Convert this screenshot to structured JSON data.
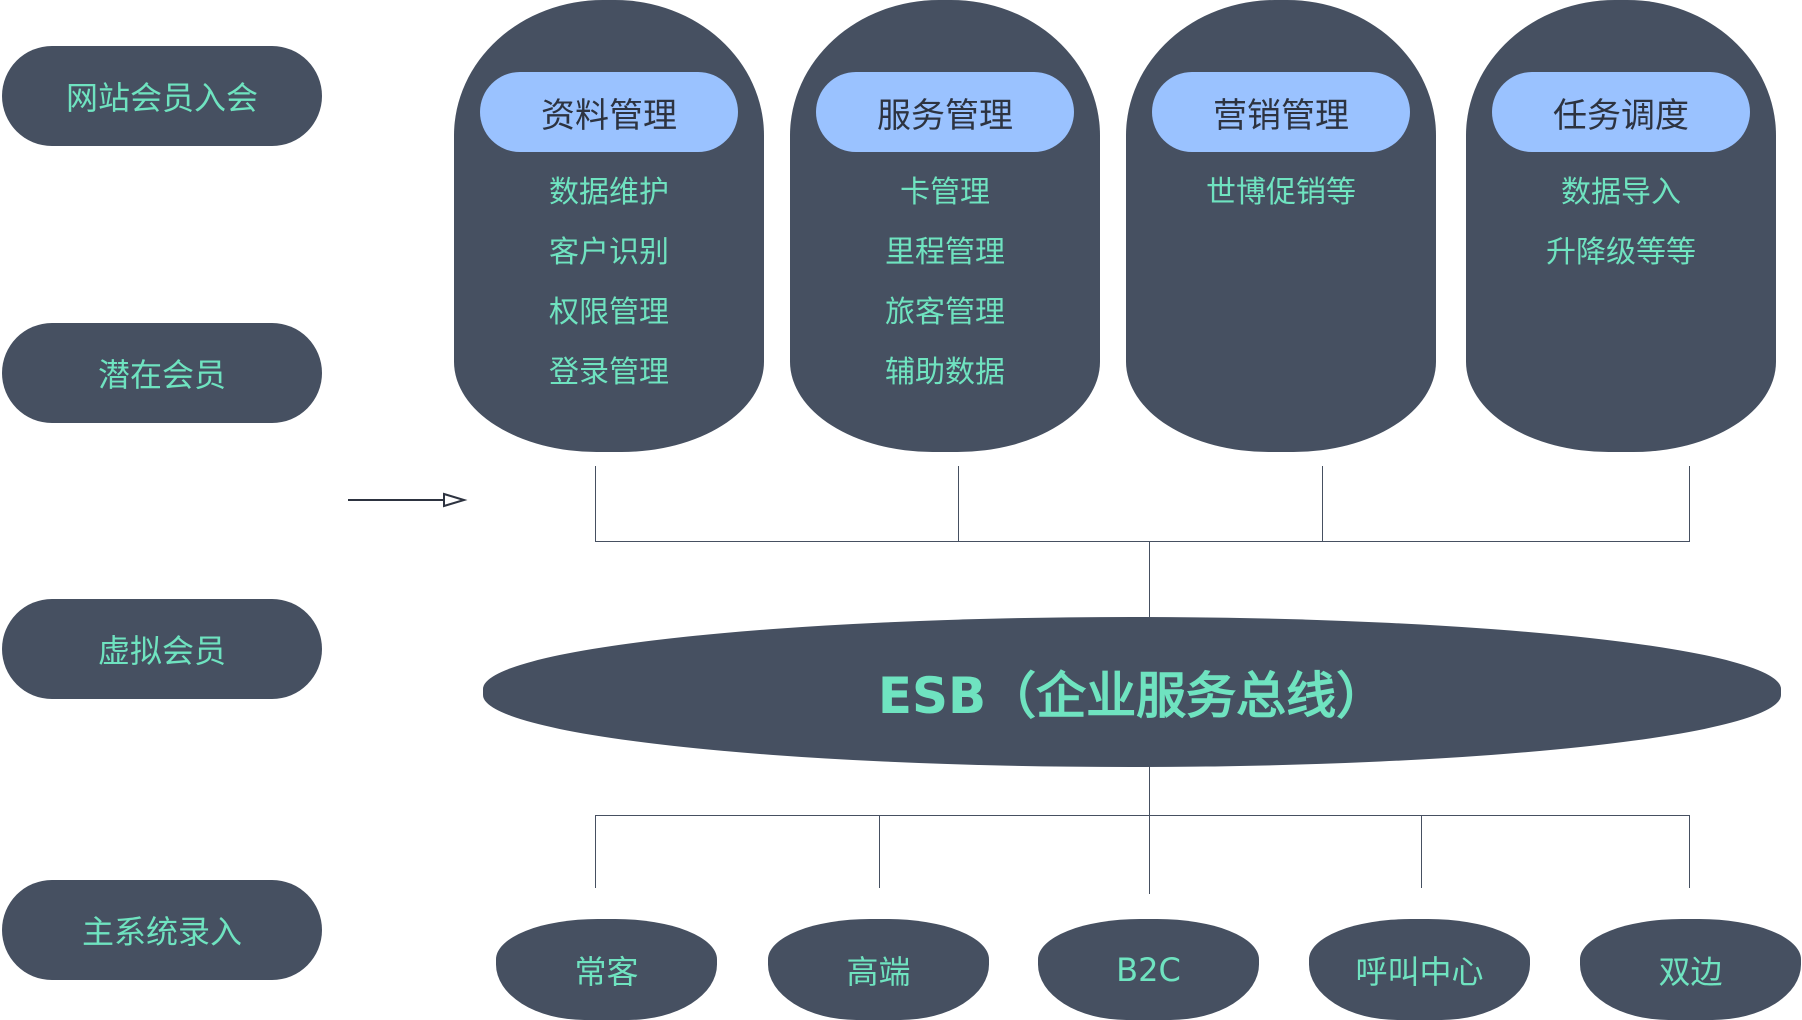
{
  "member_types": [
    "网站会员入会",
    "潜在会员",
    "虚拟会员",
    "主系统录入"
  ],
  "modules": [
    {
      "title": "资料管理",
      "items": [
        "数据维护",
        "客户识别",
        "权限管理",
        "登录管理"
      ]
    },
    {
      "title": "服务管理",
      "items": [
        "卡管理",
        "里程管理",
        "旅客管理",
        "辅助数据"
      ]
    },
    {
      "title": "营销管理",
      "items": [
        "世博促销等"
      ]
    },
    {
      "title": "任务调度",
      "items": [
        "数据导入",
        "升降级等等"
      ]
    }
  ],
  "bus": {
    "label": "ESB（企业服务总线）"
  },
  "channels": [
    "常客",
    "高端",
    "B2C",
    "呼叫中心",
    "双边"
  ],
  "colors": {
    "node": "#465061",
    "text": "#6fe3c0",
    "header": "#9ac2ff"
  }
}
